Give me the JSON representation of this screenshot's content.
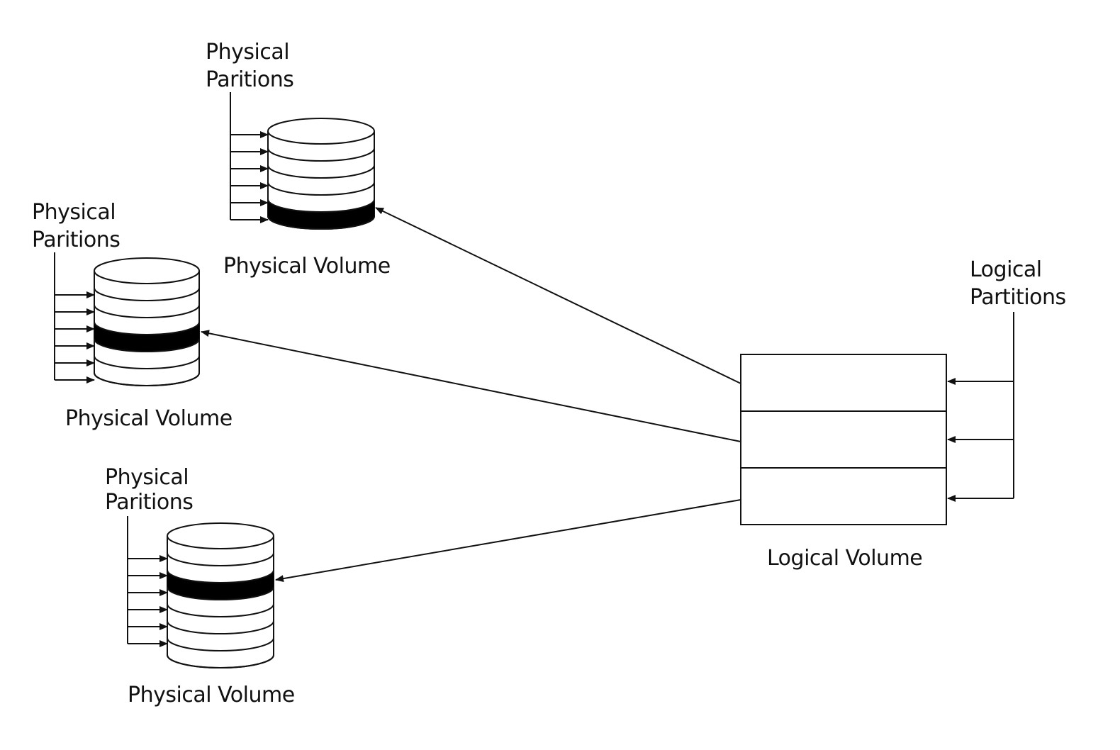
{
  "colors": {
    "line": "#111111",
    "background": "#ffffff",
    "highlight": "#000000"
  },
  "labels": {
    "pp_line1": "Physical",
    "pp_line2": "Paritions",
    "physical_volume": "Physical Volume",
    "logical_volume": "Logical Volume",
    "lp_line1": "Logical",
    "lp_line2": "Partitions"
  },
  "physical_volumes": [
    {
      "partitions": 6,
      "highlighted_partition": 5
    },
    {
      "partitions": 6,
      "highlighted_partition": 3
    },
    {
      "partitions": 6,
      "highlighted_partition": 2
    }
  ],
  "logical_volume": {
    "partitions": 3
  }
}
